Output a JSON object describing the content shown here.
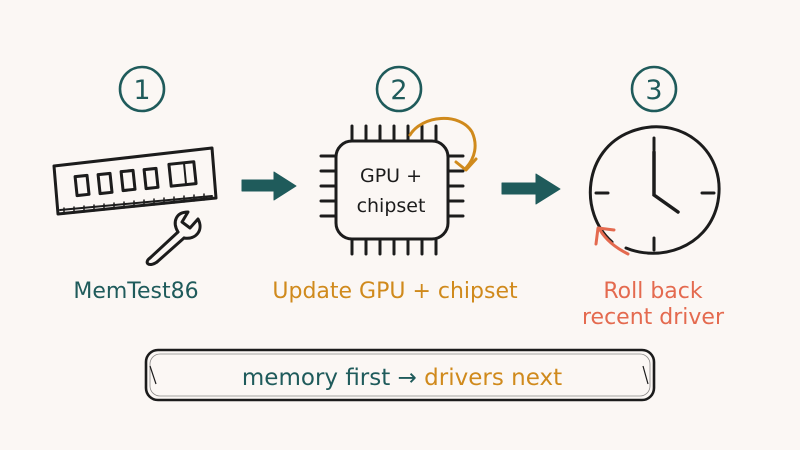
{
  "colors": {
    "background": "#fbf7f4",
    "ink": "#1c1c1c",
    "teal": "#1f5b5b",
    "amber": "#d08a1c",
    "coral": "#e46a4f"
  },
  "steps": [
    {
      "number": "1",
      "icon": "ram-stick-icon",
      "icon_secondary": "wrench-icon",
      "label_lines": [
        "MemTest86"
      ]
    },
    {
      "number": "2",
      "icon": "chip-icon",
      "chip_text": [
        "GPU +",
        "chipset"
      ],
      "icon_secondary": "refresh-arrow-icon",
      "label_lines": [
        "Update GPU + chipset"
      ]
    },
    {
      "number": "3",
      "icon": "clock-icon",
      "icon_secondary": "rollback-arrow-icon",
      "label_lines": [
        "Roll back",
        "recent driver"
      ]
    }
  ],
  "summary": {
    "part1": "memory first",
    "arrow": "→",
    "part2": "drivers next"
  }
}
